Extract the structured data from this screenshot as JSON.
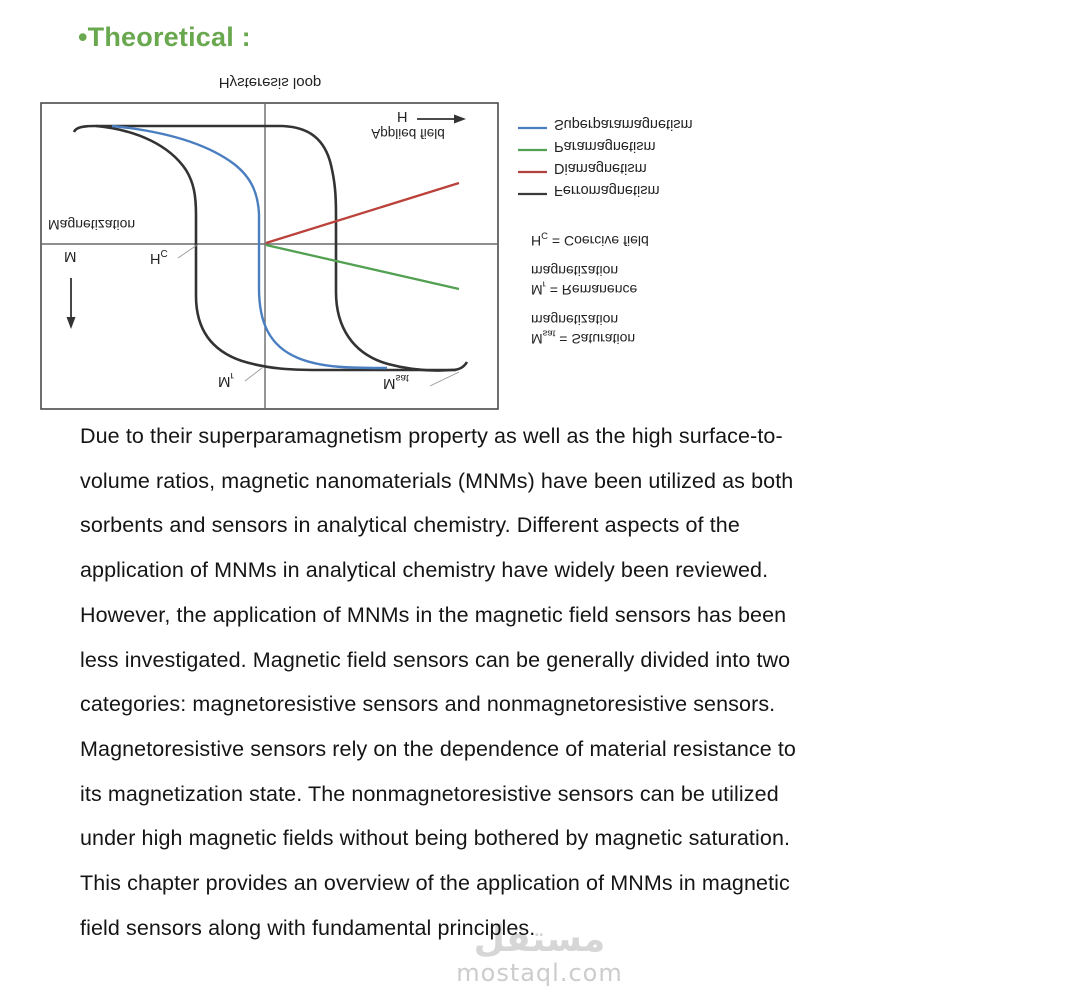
{
  "heading": {
    "bullet": "•",
    "text": "Theoretical :",
    "color": "#6aa84f"
  },
  "figure": {
    "title": "Hysteresis loop",
    "axis": {
      "x_symbol": "H",
      "x_label": "Applied field",
      "y_label": "Magnetization",
      "y_symbol": "M"
    },
    "labels": {
      "coercive": {
        "base": "H",
        "sub": "C"
      },
      "remanence": {
        "base": "M",
        "sub": "r"
      },
      "saturation": {
        "base": "M",
        "sub": "sat"
      }
    },
    "legend": {
      "items": [
        {
          "label": "Superparamagnetism",
          "color": "#4a7ec0"
        },
        {
          "label": "Paramagnetism",
          "color": "#52a052"
        },
        {
          "label": "Diamagnetism",
          "color": "#b0413e"
        },
        {
          "label": "Ferromagnetism",
          "color": "#3a3a3a"
        }
      ],
      "definitions": {
        "coercive": {
          "base": "H",
          "sub": "C",
          "rest": " = Coercive field"
        },
        "remanence": {
          "base": "M",
          "sub": "r",
          "rest": " = Remanence",
          "line2": "magnetization"
        },
        "saturation": {
          "base": "M",
          "sub": "sat",
          "rest": " = Saturation",
          "line2": "magnetization"
        }
      }
    },
    "colors": {
      "ferro": "#333333",
      "superpara": "#4a7ec0",
      "para": "#52a052",
      "dia": "#bb423a",
      "axis": "#6a6a6a",
      "border": "#4a4a4a",
      "pointer": "#999999"
    }
  },
  "chart_data": {
    "type": "line",
    "title": "Hysteresis loop",
    "xlabel": "Applied field H",
    "ylabel": "Magnetization M",
    "layout_note": "figure appears vertically flipped (upside-down) in the source image; lines drawn only for H >= 0 except ferromagnetic loop",
    "series": [
      {
        "name": "Ferromagnetism",
        "color": "#333333",
        "shape": "full hysteresis loop; crossings at coercive field Hc, y-intercept at remanence Mr, plateaus at saturation Msat"
      },
      {
        "name": "Superparamagnetism",
        "color": "#4a7ec0",
        "shape": "sigmoid through origin with no hysteresis, saturating at Msat"
      },
      {
        "name": "Paramagnetism",
        "color": "#52a052",
        "shape": "straight line through origin, small positive susceptibility"
      },
      {
        "name": "Diamagnetism",
        "color": "#bb423a",
        "shape": "straight line through origin, small negative susceptibility"
      }
    ]
  },
  "paragraph": {
    "lines": [
      "Due to their superparamagnetism property as well as the high surface-to-",
      "volume ratios, magnetic nanomaterials (MNMs) have been utilized as both",
      "sorbents and sensors in analytical chemistry. Different aspects of the",
      "application of MNMs in analytical chemistry have widely been reviewed.",
      "However, the application of MNMs in the magnetic field sensors has been",
      "less investigated. Magnetic field sensors can be generally divided into two",
      "categories: magnetoresistive sensors and nonmagnetoresistive sensors.",
      "Magnetoresistive sensors rely on the dependence of material resistance to",
      "its magnetization state. The nonmagnetoresistive sensors can be utilized",
      "under high magnetic fields without being bothered by magnetic saturation.",
      "This chapter provides an overview of the application of MNMs in magnetic",
      "field sensors along with fundamental principles."
    ]
  },
  "watermark": {
    "logo": "مستقل",
    "domain": "mostaql.com",
    "logo_color": "#d6d6d6",
    "domain_color": "#cccccc"
  }
}
